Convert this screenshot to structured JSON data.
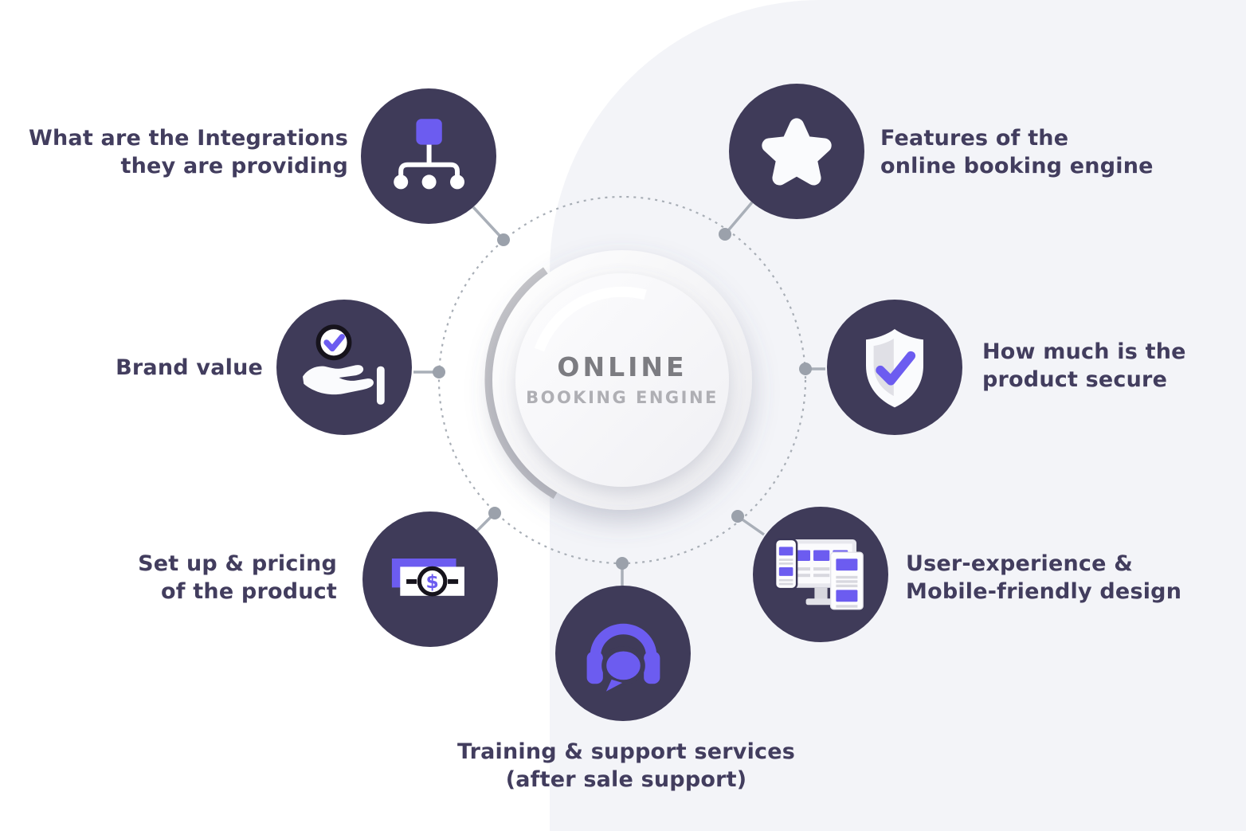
{
  "title": "Online booking engine infographic",
  "colors": {
    "navy_circle": "#3F3B59",
    "accent_purple": "#6C5CF0",
    "label_text": "#423D5E",
    "panel_background": "#F3F4F8",
    "connector_gray": "#A9AFB8",
    "center_title_color": "#7C7C81",
    "center_subtitle_color": "#AFAFB4"
  },
  "center": {
    "title": "ONLINE",
    "subtitle": "BOOKING ENGINE"
  },
  "nodes": [
    {
      "id": "integrations",
      "icon": "sitemap-icon",
      "line1": "What are the Integrations",
      "line2": "they are providing"
    },
    {
      "id": "features",
      "icon": "star-icon",
      "line1": "Features of the",
      "line2": "online booking engine"
    },
    {
      "id": "brand-value",
      "icon": "hand-check-icon",
      "line1": "Brand value",
      "line2": ""
    },
    {
      "id": "secure",
      "icon": "shield-check-icon",
      "line1": "How much is the",
      "line2": "product secure"
    },
    {
      "id": "pricing",
      "icon": "money-icon",
      "line1": "Set up & pricing",
      "line2": "of the product"
    },
    {
      "id": "training",
      "icon": "headset-chat-icon",
      "line1": "Training & support services",
      "line2": "(after sale support)"
    },
    {
      "id": "ux",
      "icon": "devices-icon",
      "line1": "User-experience &",
      "line2": "Mobile-friendly design"
    }
  ]
}
